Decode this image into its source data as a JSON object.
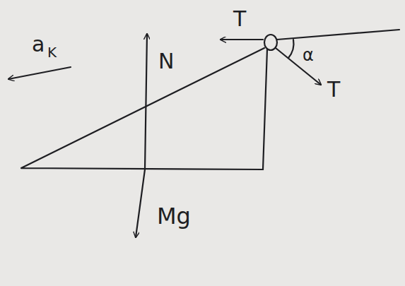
{
  "diagram": {
    "labels": [
      "a",
      "K",
      "T",
      "α",
      "T",
      "N",
      "Mg"
    ]
  }
}
